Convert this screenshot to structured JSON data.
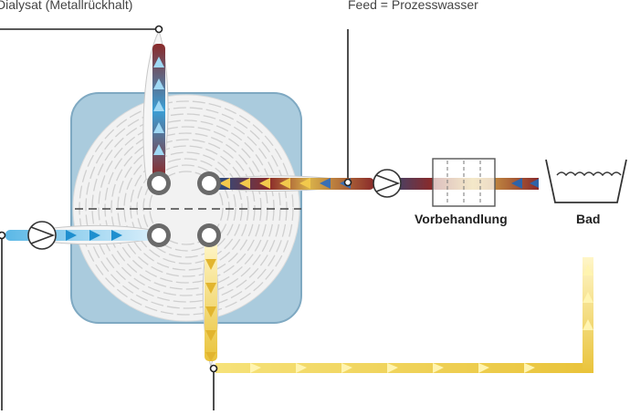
{
  "labels": {
    "dialysat": "Dialysat (Metallrückhalt)",
    "feed": "Feed = Prozesswasser",
    "pretreatment": "Vorbehandlung",
    "bath": "Bad"
  },
  "colors": {
    "module_fill": "#aacbdd",
    "module_stroke": "#7fa9c2",
    "membrane_disc": "#f2f2f2",
    "line": "#222222",
    "feed_red": "#8a2a2a",
    "feed_blue": "#1f4f8a",
    "dialysate_blue": "#5bb8e6",
    "retentate_yellow": "#f2d24a"
  },
  "icons": [
    "pump-icon",
    "bath-icon",
    "pretreatment-filter-icon",
    "spiral-module-icon"
  ]
}
